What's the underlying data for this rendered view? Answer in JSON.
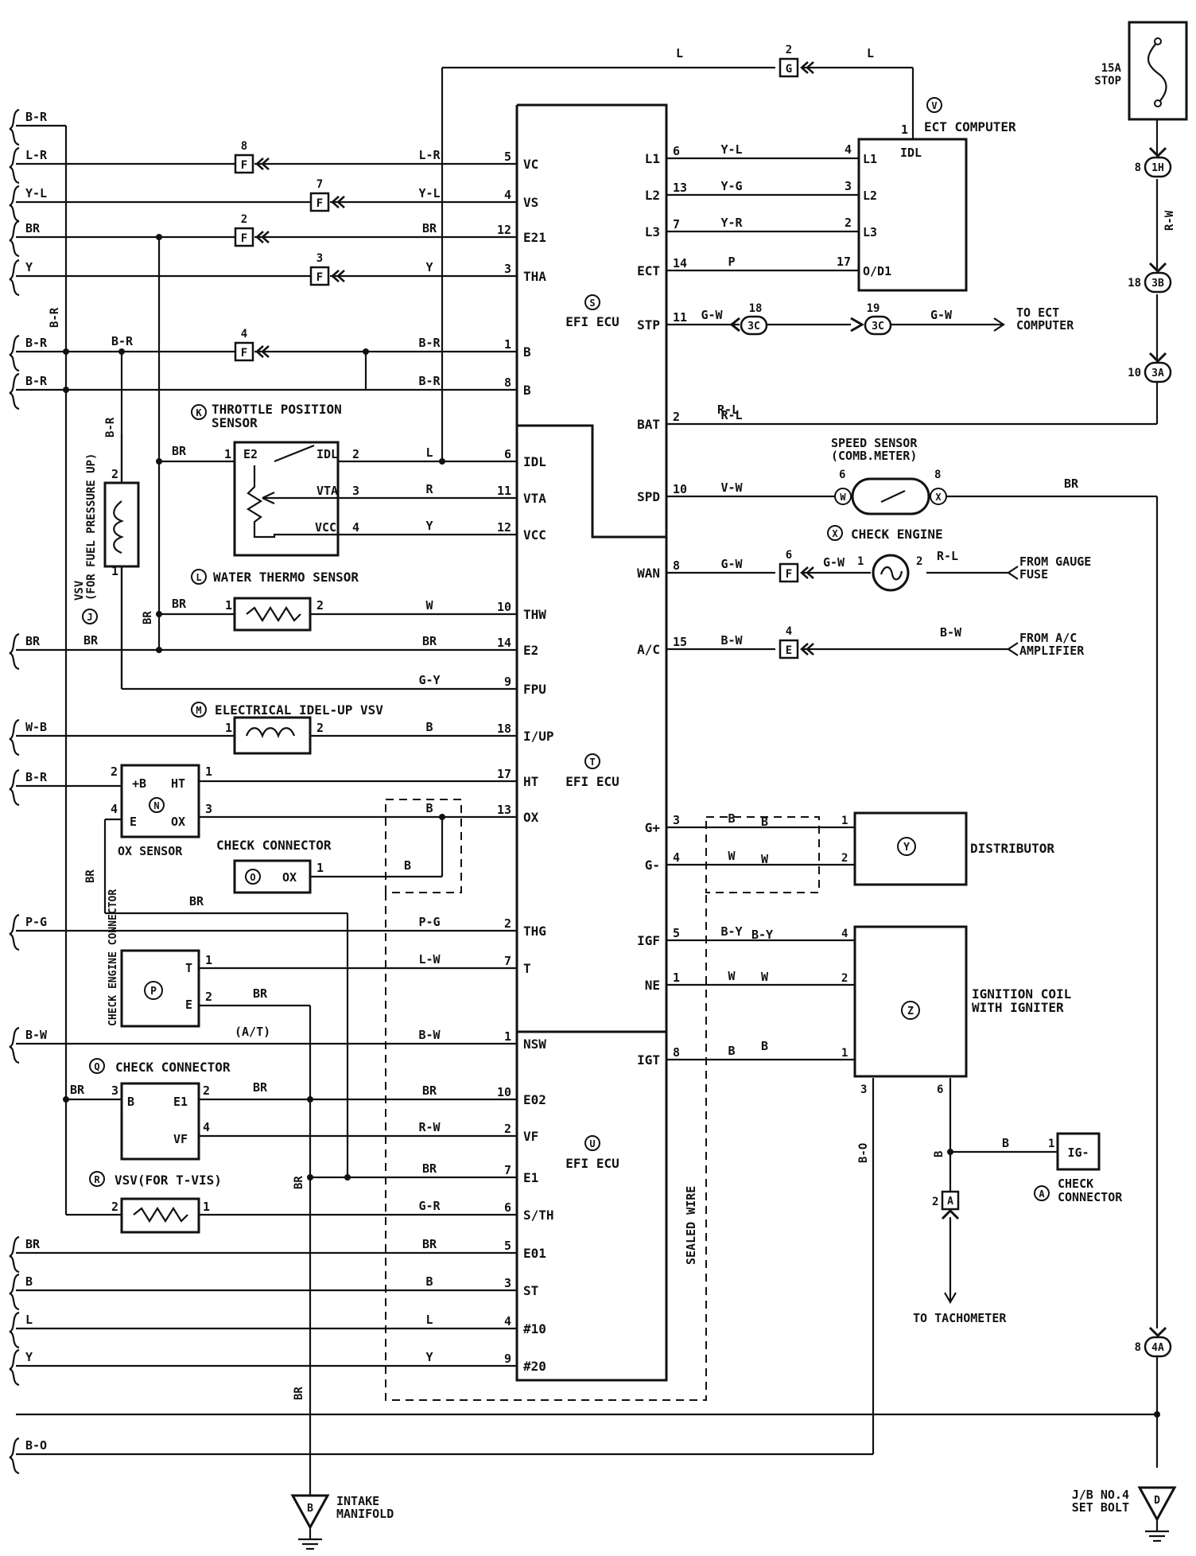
{
  "page": {
    "title": ""
  },
  "ecu_pins_left": [
    {
      "num": "5",
      "name": "VC",
      "wire": "L-R"
    },
    {
      "num": "4",
      "name": "VS",
      "wire": "Y-L"
    },
    {
      "num": "12",
      "name": "E21",
      "wire": "BR"
    },
    {
      "num": "3",
      "name": "THA",
      "wire": "Y"
    },
    {
      "num": "1",
      "name": "B",
      "wire": "B-R"
    },
    {
      "num": "8",
      "name": "B",
      "wire": "B-R"
    },
    {
      "num": "6",
      "name": "IDL",
      "wire": "L"
    },
    {
      "num": "11",
      "name": "VTA",
      "wire": "R"
    },
    {
      "num": "12",
      "name": "VCC",
      "wire": "Y"
    },
    {
      "num": "10",
      "name": "THW",
      "wire": "W"
    },
    {
      "num": "14",
      "name": "E2",
      "wire": "BR"
    },
    {
      "num": "9",
      "name": "FPU",
      "wire": "G-Y"
    },
    {
      "num": "18",
      "name": "I/UP",
      "wire": "B"
    },
    {
      "num": "17",
      "name": "HT",
      "wire": ""
    },
    {
      "num": "13",
      "name": "OX",
      "wire": "B"
    },
    {
      "num": "2",
      "name": "THG",
      "wire": "P-G"
    },
    {
      "num": "7",
      "name": "T",
      "wire": "L-W"
    },
    {
      "num": "1",
      "name": "NSW",
      "wire": "B-W"
    },
    {
      "num": "10",
      "name": "E02",
      "wire": "BR"
    },
    {
      "num": "2",
      "name": "VF",
      "wire": "R-W"
    },
    {
      "num": "7",
      "name": "E1",
      "wire": "BR"
    },
    {
      "num": "6",
      "name": "S/TH",
      "wire": "G-R"
    },
    {
      "num": "5",
      "name": "E01",
      "wire": "BR"
    },
    {
      "num": "3",
      "name": "ST",
      "wire": "B"
    },
    {
      "num": "4",
      "name": "#10",
      "wire": "L"
    },
    {
      "num": "9",
      "name": "#20",
      "wire": "Y"
    }
  ],
  "ecu_pins_right": [
    {
      "num": "6",
      "name": "L1",
      "wire": "Y-L"
    },
    {
      "num": "13",
      "name": "L2",
      "wire": "Y-G"
    },
    {
      "num": "7",
      "name": "L3",
      "wire": "Y-R"
    },
    {
      "num": "14",
      "name": "ECT",
      "wire": "P"
    },
    {
      "num": "11",
      "name": "STP",
      "wire": "G-W"
    },
    {
      "num": "2",
      "name": "BAT",
      "wire": "R-L"
    },
    {
      "num": "10",
      "name": "SPD",
      "wire": "V-W"
    },
    {
      "num": "8",
      "name": "WAN",
      "wire": "G-W"
    },
    {
      "num": "15",
      "name": "A/C",
      "wire": "B-W"
    },
    {
      "num": "3",
      "name": "G+",
      "wire": "B"
    },
    {
      "num": "4",
      "name": "G-",
      "wire": "W"
    },
    {
      "num": "5",
      "name": "IGF",
      "wire": "B-Y"
    },
    {
      "num": "1",
      "name": "NE",
      "wire": "W"
    },
    {
      "num": "8",
      "name": "IGT",
      "wire": "B"
    }
  ],
  "left_bus_wires": [
    "B-R",
    "L-R",
    "Y-L",
    "BR",
    "Y",
    "B-R",
    "B-R",
    "BR",
    "W-B",
    "B-R",
    "P-G",
    "B-W",
    "BR",
    "B",
    "L",
    "Y",
    "B-O"
  ],
  "ecu_labels": [
    {
      "letter": "S",
      "text": "EFI ECU"
    },
    {
      "letter": "T",
      "text": "EFI ECU"
    },
    {
      "letter": "U",
      "text": "EFI ECU"
    }
  ],
  "components": {
    "ect_computer": {
      "letter": "V",
      "title": "ECT COMPUTER",
      "pins": [
        "IDL",
        "L1",
        "L2",
        "L3",
        "O/D1"
      ],
      "nums": [
        "1",
        "4",
        "3",
        "2",
        "17"
      ]
    },
    "throttle_sensor": {
      "letter": "K",
      "title_line1": "THROTTLE POSITION",
      "title_line2": "SENSOR",
      "pins": [
        "E2",
        "IDL",
        "VTA",
        "VCC"
      ],
      "nums": [
        "1",
        "2",
        "3",
        "4"
      ]
    },
    "water_thermo": {
      "letter": "L",
      "title": "WATER THERMO SENSOR",
      "nums": [
        "1",
        "2"
      ]
    },
    "idle_up_vsv": {
      "letter": "M",
      "title": "ELECTRICAL IDEL-UP VSV",
      "nums": [
        "1",
        "2"
      ]
    },
    "ox_sensor": {
      "letter": "N",
      "title": "OX SENSOR",
      "pins": [
        "+B",
        "HT",
        "E",
        "OX"
      ],
      "nums": [
        "2",
        "1",
        "4",
        "3"
      ]
    },
    "check_conn_o": {
      "letter": "O",
      "pin": "OX",
      "num": "1",
      "title": "CHECK CONNECTOR"
    },
    "check_engine_conn": {
      "letter": "P",
      "title": "CHECK ENGINE CONNECTOR",
      "pins": [
        "T",
        "E"
      ],
      "nums": [
        "1",
        "2"
      ],
      "note": "(A/T)"
    },
    "check_conn_q": {
      "letter": "Q",
      "title": "CHECK CONNECTOR",
      "pins": [
        "B",
        "E1",
        "VF"
      ],
      "nums": [
        "3",
        "2",
        "4"
      ]
    },
    "vsv_tvis": {
      "letter": "R",
      "title": "VSV(FOR T-VIS)",
      "nums": [
        "2",
        "1"
      ]
    },
    "vsv_fpu": {
      "letter": "J",
      "title_line1": "VSV",
      "title_line2": "(FOR FUEL PRESSURE UP)",
      "nums": [
        "2",
        "1"
      ]
    },
    "speed_sensor": {
      "title_line1": "SPEED SENSOR",
      "title_line2": "(COMB.METER)",
      "letters": [
        "W",
        "X"
      ],
      "nums": [
        "6",
        "8"
      ]
    },
    "check_engine_lamp": {
      "letter": "X",
      "title": "CHECK ENGINE",
      "nums": [
        "1",
        "2"
      ]
    },
    "distributor": {
      "letter": "Y",
      "title": "DISTRIBUTOR",
      "nums": [
        "1",
        "2"
      ]
    },
    "ignition_coil": {
      "letter": "Z",
      "title_line1": "IGNITION COIL",
      "title_line2": "WITH IGNITER",
      "nums": [
        "4",
        "2",
        "1",
        "3",
        "6"
      ]
    },
    "check_conn_a": {
      "letter": "A",
      "title_line1": "CHECK",
      "title_line2": "CONNECTOR",
      "pin": "IG-",
      "num": "1"
    },
    "fuse": {
      "title_line1": "15A",
      "title_line2": "STOP"
    }
  },
  "connectors": [
    {
      "id": "F",
      "num": "8"
    },
    {
      "id": "F",
      "num": "7"
    },
    {
      "id": "F",
      "num": "2"
    },
    {
      "id": "F",
      "num": "3"
    },
    {
      "id": "F",
      "num": "4"
    },
    {
      "id": "G",
      "num": "2"
    },
    {
      "id": "F",
      "num": "6"
    },
    {
      "id": "E",
      "num": "4"
    },
    {
      "id": "A",
      "num": "2"
    },
    {
      "id": "3C",
      "num": "18"
    },
    {
      "id": "3C",
      "num": "19"
    },
    {
      "id": "1H",
      "num": "8"
    },
    {
      "id": "3B",
      "num": "18"
    },
    {
      "id": "3A",
      "num": "10"
    },
    {
      "id": "4A",
      "num": "8"
    }
  ],
  "external": {
    "to_ect_line1": "TO ECT",
    "to_ect_line2": "COMPUTER",
    "from_gauge_line1": "FROM GAUGE",
    "from_gauge_line2": "FUSE",
    "from_ac_line1": "FROM A/C",
    "from_ac_line2": "AMPLIFIER",
    "to_tach": "TO TACHOMETER",
    "ground_b_line1": "INTAKE",
    "ground_b_line2": "MANIFOLD",
    "ground_b_letter": "B",
    "ground_d_line1": "J/B NO.4",
    "ground_d_line2": "SET BOLT",
    "ground_d_letter": "D",
    "sealed_wire": "SEALED WIRE"
  },
  "wire_colors": {
    "top_l1": "L",
    "top_l2": "L",
    "stp_out": "G-W",
    "bat": "R-L",
    "spd_out": "BR",
    "wan_out": "G-W",
    "gauge": "R-L",
    "ac_in": "B-W",
    "fuse_out": "R-W",
    "tach": "B",
    "ig_coil_bo": "B-O",
    "ox_br": "BR",
    "p_br": "BR",
    "q_br": "BR",
    "gnd_br": "BR",
    "fpu_br": "BR",
    "fpu_br2": "BR",
    "therm_br": "BR",
    "e2_br": "BR",
    "bus_br": "B-R",
    "fpu_bus": "B-R",
    "fpu_pin": "B-R",
    "ox_sens_br": "BR",
    "dist_b": "B",
    "dist_w": "W",
    "igf": "B-Y",
    "ne": "W",
    "igt": "B",
    "ox_b2": "B",
    "br_e1": "BR",
    "br_vert": "BR",
    "br_vert2": "BR"
  }
}
